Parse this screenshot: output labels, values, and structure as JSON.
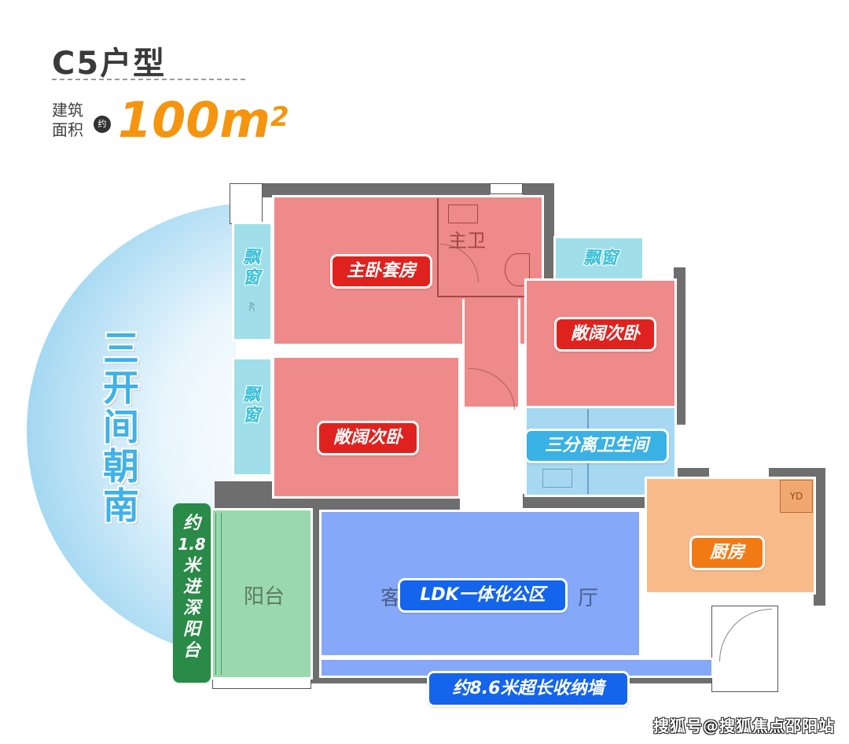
{
  "header": {
    "title": "C5户型",
    "area_label": "建筑面积",
    "approx_badge": "约",
    "area_value": "100m",
    "area_unit_sup": "2",
    "accent_color": "#f5950f"
  },
  "callouts": {
    "south_facing": "三开间朝南",
    "balcony_depth": [
      "约",
      "1.8",
      "米进深阳台"
    ],
    "storage_wall": "约8.6米超长收纳墙"
  },
  "rooms": {
    "master_suite": {
      "tag": "主卧套房",
      "color": "#ee8a89"
    },
    "master_bath": {
      "label": "主卫"
    },
    "bedroom_2": {
      "tag": "敞阔次卧",
      "color": "#ee8a89"
    },
    "bedroom_3": {
      "tag": "敞阔次卧",
      "color": "#ee8a89"
    },
    "bathroom": {
      "tag": "三分离卫生间",
      "color": "#a7d8f2"
    },
    "kitchen": {
      "tag": "厨房",
      "color": "#f8ba88",
      "appliance": "YD"
    },
    "living": {
      "tag": "LDK一体化公区",
      "left_label": "客",
      "right_label": "厅",
      "color": "#86a8f8"
    },
    "balcony": {
      "label": "阳台",
      "color": "#99d9ad"
    },
    "bay_window_1": {
      "label": "飘窗",
      "ac_label": "AC"
    },
    "bay_window_2": {
      "label": "飘窗"
    },
    "bay_window_3": {
      "label": "飘窗"
    }
  },
  "watermark": "搜狐号@搜狐焦点邵阳站"
}
